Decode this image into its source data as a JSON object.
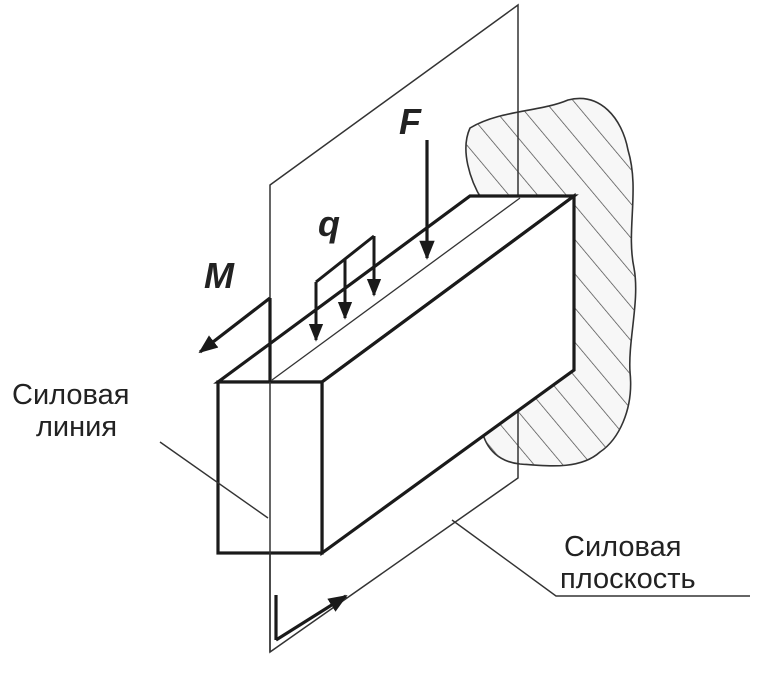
{
  "labels": {
    "force": "F",
    "distributed_load": "q",
    "moment": "M",
    "force_line_1": "Силовая",
    "force_line_2": "линия",
    "force_plane_1": "Силовая",
    "force_plane_2": "плоскость"
  },
  "colors": {
    "ink": "#1a1a1a",
    "thin": "#333333",
    "wall_fill": "#f7f7f7",
    "hatch": "#444444"
  }
}
